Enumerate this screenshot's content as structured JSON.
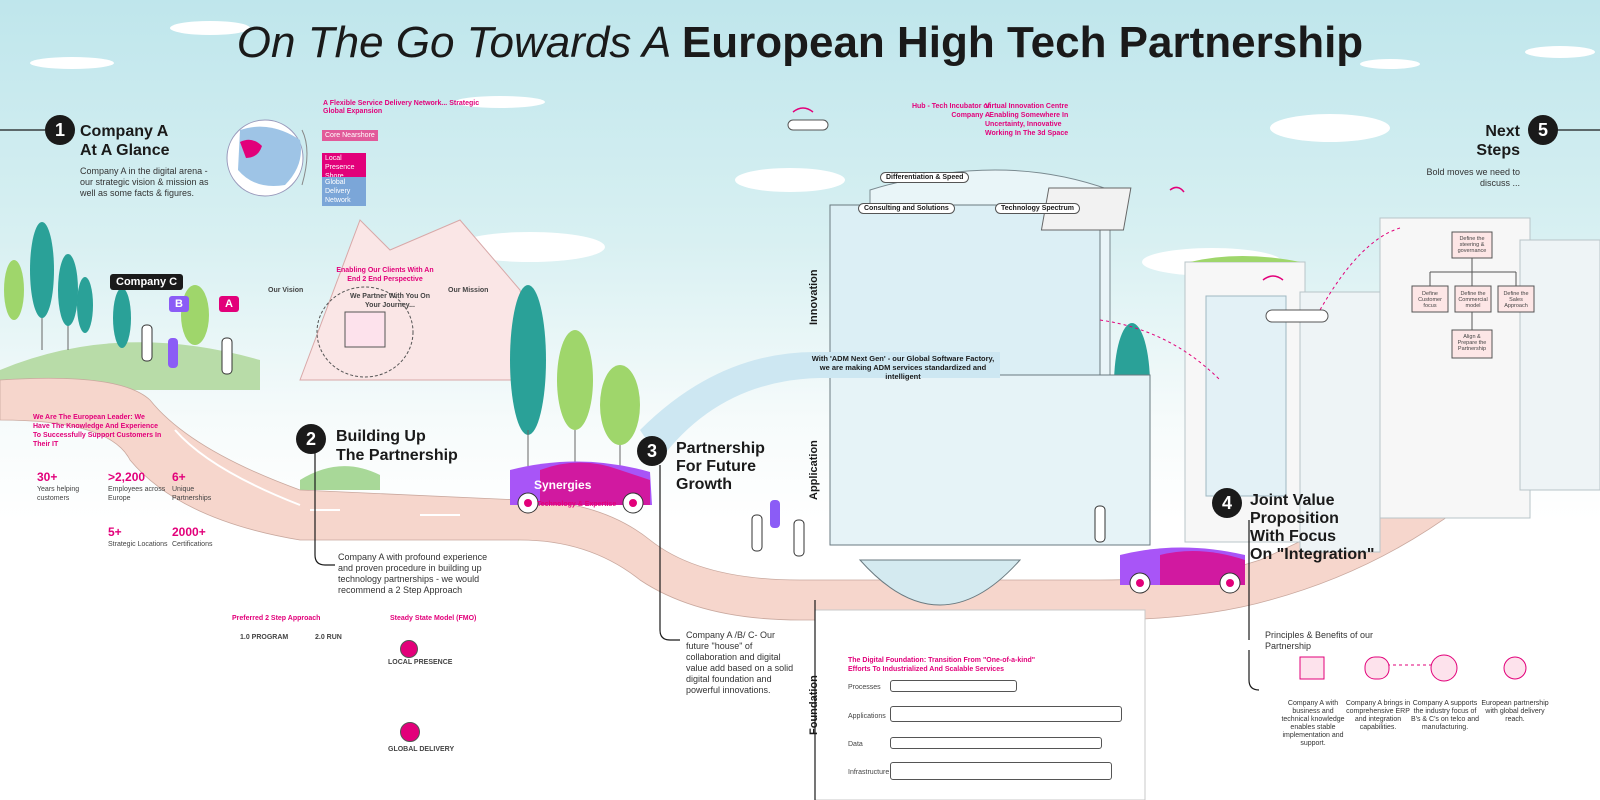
{
  "title": {
    "italic": "On The Go Towards A ",
    "bold": "European High Tech Partnership"
  },
  "section1": {
    "number": "1",
    "title": "Company A\nAt A Glance",
    "desc": "Company A in the digital arena - our strategic vision & mission as well as some facts & figures.",
    "leader": "We Are The European Leader: We Have The Knowledge And Experience To Successfully Support Customers In Their IT",
    "tags": {
      "c": "Company C",
      "b": "B",
      "a": "A"
    },
    "network_title": "A Flexible Service Delivery Network... Strategic Global Expansion",
    "network_rows": [
      "Core Nearshore",
      "Local Presence Shore",
      "Global Delivery Network"
    ],
    "stats": [
      {
        "value": "30+",
        "label": "Years helping customers"
      },
      {
        "value": ">2,200",
        "label": "Employees across Europe"
      },
      {
        "value": "6+",
        "label": "Unique Partnerships"
      },
      {
        "value": "5+",
        "label": "Strategic Locations"
      },
      {
        "value": "2000+",
        "label": "Certifications"
      }
    ]
  },
  "section2": {
    "number": "2",
    "title": "Building Up\nThe Partnership",
    "desc": "Company A with profound experience and proven procedure in building up technology partnerships - we would recommend a 2 Step Approach",
    "approach_title": "Preferred 2 Step Approach",
    "steady_title": "Steady State Model (FMO)",
    "vision_heading": "Enabling Our Clients With An End 2 End Perspective",
    "vision": "Our Vision",
    "mission": "Our Mission",
    "center": "We Partner With You On Your Journey...",
    "steps": [
      "1.0 PROGRAM",
      "2.0 RUN"
    ],
    "steady_labels": [
      "LOCAL PRESENCE",
      "GLOBAL DELIVERY"
    ]
  },
  "section3": {
    "number": "3",
    "title": "Partnership\nFor Future\nGrowth",
    "desc": "Company A /B/ C- Our future \"house\" of collaboration and digital value add based on a solid digital foundation and powerful innovations.",
    "synergies": "Synergies",
    "synergies_sub": "Technology & Expertise",
    "layers": [
      "Innovation",
      "Application",
      "Foundation"
    ],
    "banner": "With 'ADM Next Gen' - our Global Software Factory, we are making ADM services standardized and intelligent",
    "dome_title": "Differentiation & Speed",
    "consulting": "Consulting and Solutions",
    "tech_spectrum": "Technology Spectrum",
    "hub_title": "Hub - Tech Incubator of Company A",
    "vr_title": "Virtual Innovation Centre - Enabling Somewhere In Uncertainty, Innovative Working In The 3d Space",
    "foundation_title": "The Digital Foundation: Transition From \"One-of-a-kind\" Efforts To Industrialized And Scalable Services",
    "foundation_rows": [
      "Processes",
      "Applications",
      "Data",
      "Infrastructure"
    ]
  },
  "section4": {
    "number": "4",
    "title": "Joint Value\nProposition\nWith Focus\nOn \"Integration\"",
    "principles": "Principles & Benefits of our Partnership",
    "benefits": [
      "Company A with business and technical knowledge enables stable implementation and support.",
      "Company A brings in comprehensive ERP and integration capabilities.",
      "Company A supports the industry focus of B's & C's on telco and manufacturing.",
      "European partnership with global delivery reach."
    ]
  },
  "section5": {
    "number": "5",
    "title": "Next\nSteps",
    "desc": "Bold moves we need to discuss ...",
    "org": [
      "Define the steering & governance",
      "Define Customer focus",
      "Define the Commercial model",
      "Define the Sales Approach",
      "Align & Prepare the Partnership"
    ]
  },
  "colors": {
    "accent": "#e2007a",
    "sky": "#bfe6ec",
    "road": "#f4cfc5",
    "tree": "#2aa198",
    "purple": "#8b5cf6"
  }
}
